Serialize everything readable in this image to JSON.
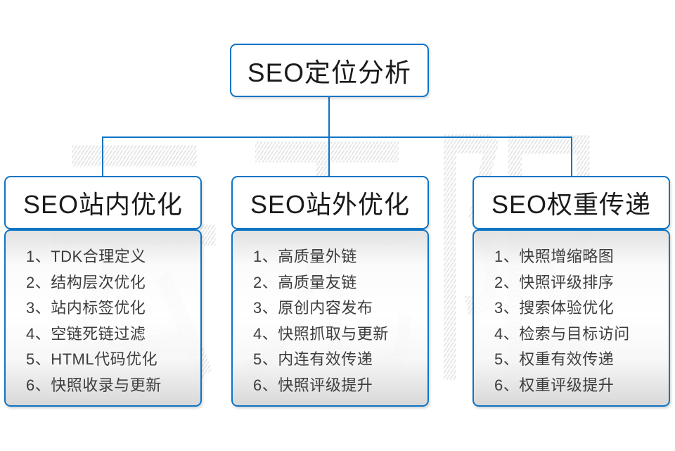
{
  "watermark_text": "云无限",
  "colors": {
    "connector_blue": "#0d74c5",
    "node_border_blue": "#0d74c5",
    "title_text": "#1a1a1a",
    "item_text": "#3d3d3d",
    "watermark_hatch": "#e6e6e6"
  },
  "root_node": {
    "label": "SEO定位分析"
  },
  "branches": [
    {
      "title": "SEO站内优化",
      "items": [
        "1、TDK合理定义",
        "2、结构层次优化",
        "3、站内标签优化",
        "4、空链死链过滤",
        "5、HTML代码优化",
        "6、快照收录与更新"
      ]
    },
    {
      "title": "SEO站外优化",
      "items": [
        "1、高质量外链",
        "2、高质量友链",
        "3、原创内容发布",
        "4、快照抓取与更新",
        "5、内连有效传递",
        "6、快照评级提升"
      ]
    },
    {
      "title": "SEO权重传递",
      "items": [
        "1、快照增缩略图",
        "2、快照评级排序",
        "3、搜索体验优化",
        "4、检索与目标访问",
        "5、权重有效传递",
        "6、权重评级提升"
      ]
    }
  ]
}
